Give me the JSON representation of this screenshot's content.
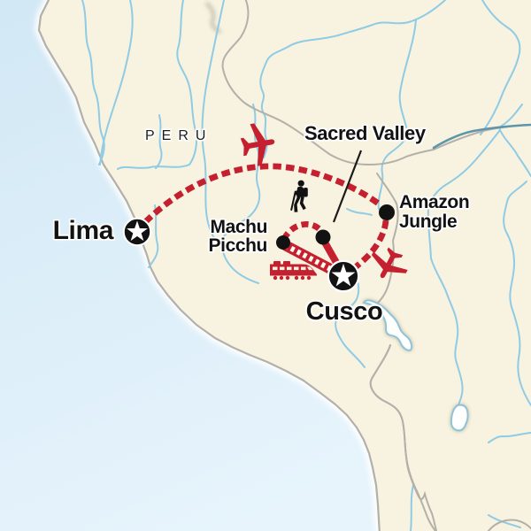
{
  "map": {
    "region_label": "PERU",
    "labels": {
      "country": "PERU",
      "lima": "Lima",
      "machu_picchu": "Machu Picchu",
      "sacred_valley": "Sacred Valley",
      "cusco": "Cusco",
      "amazon_jungle": "Amazon Jungle"
    },
    "markers": [
      {
        "name": "Lima",
        "marker": "star-circle"
      },
      {
        "name": "Machu Picchu",
        "marker": "dot"
      },
      {
        "name": "Sacred Valley",
        "marker": "dot"
      },
      {
        "name": "Amazon Jungle",
        "marker": "dot"
      },
      {
        "name": "Cusco",
        "marker": "star-circle"
      }
    ],
    "route_segments": [
      {
        "from": "Lima",
        "to": "Amazon Jungle",
        "style": "dashed",
        "mode": "plane"
      },
      {
        "from": "Amazon Jungle",
        "to": "Cusco",
        "style": "dashed",
        "mode": "plane"
      },
      {
        "from": "Machu Picchu",
        "to": "Sacred Valley",
        "style": "dashed",
        "mode": "hike"
      },
      {
        "from": "Sacred Valley",
        "to": "Cusco",
        "style": "solid",
        "mode": "overland"
      },
      {
        "from": "Machu Picchu",
        "to": "Cusco",
        "style": "railway",
        "mode": "train"
      }
    ],
    "icons": [
      "airplane-icon",
      "airplane-icon",
      "hiker-icon",
      "train-icon"
    ],
    "colors": {
      "route_red": "#C4202F",
      "land": "#F8F3E0",
      "ocean_deep": "#D2E8F5",
      "ocean_light": "#E7F4FC",
      "river_blue": "#8FCBE5",
      "river_dark": "#5D96AB",
      "border_gray": "#B3B0A9",
      "lake_fill": "#FFFFFF",
      "lake_outline": "#8CC4DC",
      "marker_black": "#121212"
    }
  }
}
